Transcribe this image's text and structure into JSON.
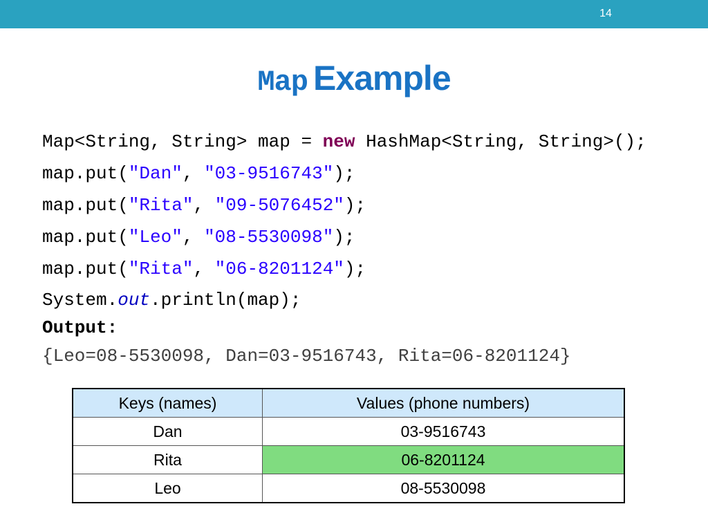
{
  "slide": {
    "number": "14",
    "title_code": "Map",
    "title_text": "Example"
  },
  "code": {
    "line1": {
      "a": "Map<String, String> map = ",
      "kw": "new",
      "b": " HashMap<String, String>();"
    },
    "puts": [
      {
        "prefix": "map.put(",
        "key": "\"Dan\"",
        "sep": ", ",
        "value": "\"03-9516743\"",
        "suffix": ");"
      },
      {
        "prefix": "map.put(",
        "key": "\"Rita\"",
        "sep": ", ",
        "value": "\"09-5076452\"",
        "suffix": ");"
      },
      {
        "prefix": "map.put(",
        "key": "\"Leo\"",
        "sep": ", ",
        "value": "\"08-5530098\"",
        "suffix": ");"
      },
      {
        "prefix": "map.put(",
        "key": "\"Rita\"",
        "sep": ", ",
        "value": "\"06-8201124\"",
        "suffix": ");"
      }
    ],
    "println": {
      "a": "System.",
      "it": "out",
      "b": ".println(map);"
    },
    "output_label": "Output:",
    "output_value": "{Leo=08-5530098, Dan=03-9516743, Rita=06-8201124}"
  },
  "table": {
    "headers": [
      "Keys (names)",
      "Values (phone numbers)"
    ],
    "rows": [
      [
        "Dan",
        "03-9516743"
      ],
      [
        "Rita",
        "06-8201124"
      ],
      [
        "Leo",
        "08-5530098"
      ]
    ],
    "highlight_color": "#80dc80",
    "header_color": "#cfe8fb"
  },
  "colors": {
    "topbar": "#2aa2c0",
    "title": "#1a73c4",
    "keyword": "#7f0055",
    "string": "#2a00ff"
  }
}
